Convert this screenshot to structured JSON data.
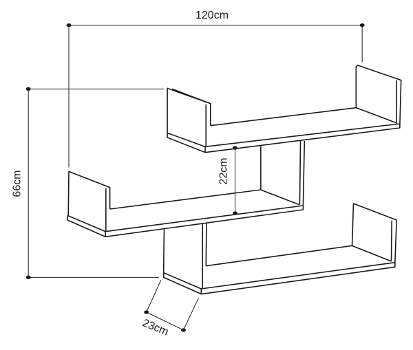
{
  "dimensions": {
    "width": "120cm",
    "height": "66cm",
    "shelf_spacing": "22cm",
    "depth": "23cm"
  }
}
